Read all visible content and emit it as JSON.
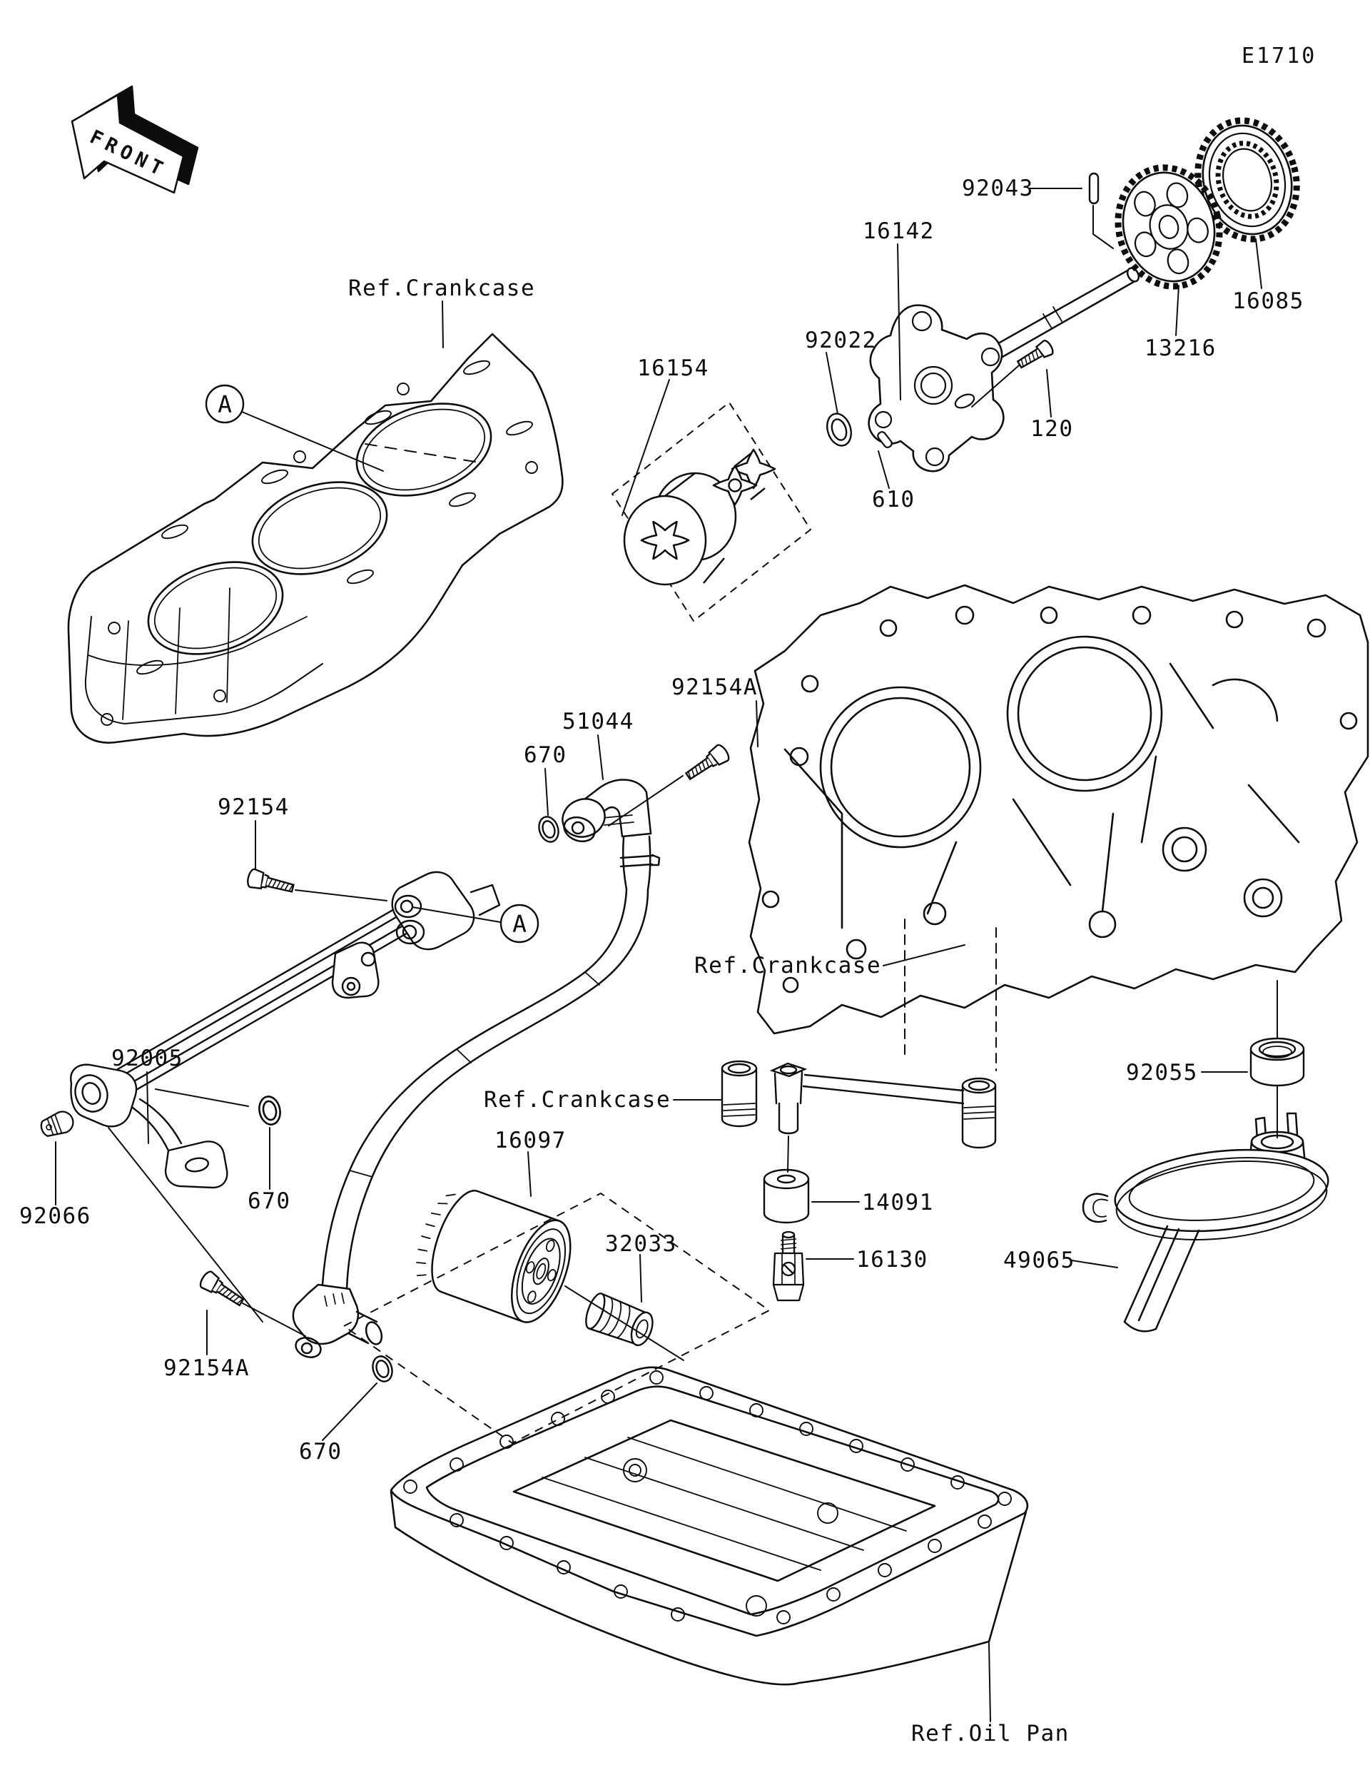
{
  "page": {
    "code": "E1710",
    "front": "FRONT",
    "marker": "A"
  },
  "refs": {
    "crankcase": "Ref.Crankcase",
    "oil_pan": "Ref.Oil Pan"
  },
  "parts": {
    "n92043": "92043",
    "n16142": "16142",
    "n16154": "16154",
    "n92022": "92022",
    "n16085": "16085",
    "n13216": "13216",
    "n120": "120",
    "n610": "610",
    "n92154a": "92154A",
    "n51044": "51044",
    "n670": "670",
    "n92154": "92154",
    "n92005": "92005",
    "n92066": "92066",
    "n16097": "16097",
    "n32033": "32033",
    "n14091": "14091",
    "n16130": "16130",
    "n92055": "92055",
    "n49065": "49065"
  }
}
